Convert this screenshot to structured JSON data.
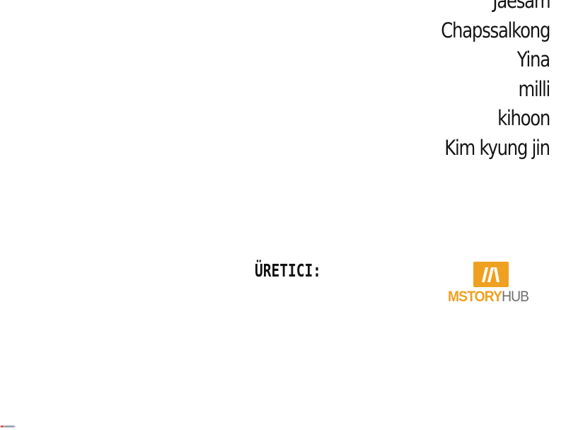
{
  "credits": {
    "names": [
      "Jaesam",
      "Chapssalkong",
      "Yina",
      "milli",
      "kihoon",
      "Kim kyung jin"
    ]
  },
  "producer": {
    "label": "ÜRETICI:"
  },
  "logo": {
    "text_a": "MSTORY",
    "text_b": "HUB",
    "icon": "mstoryhub-book-icon",
    "brand_color": "#f0a020",
    "secondary_color": "#6e6e6e"
  }
}
